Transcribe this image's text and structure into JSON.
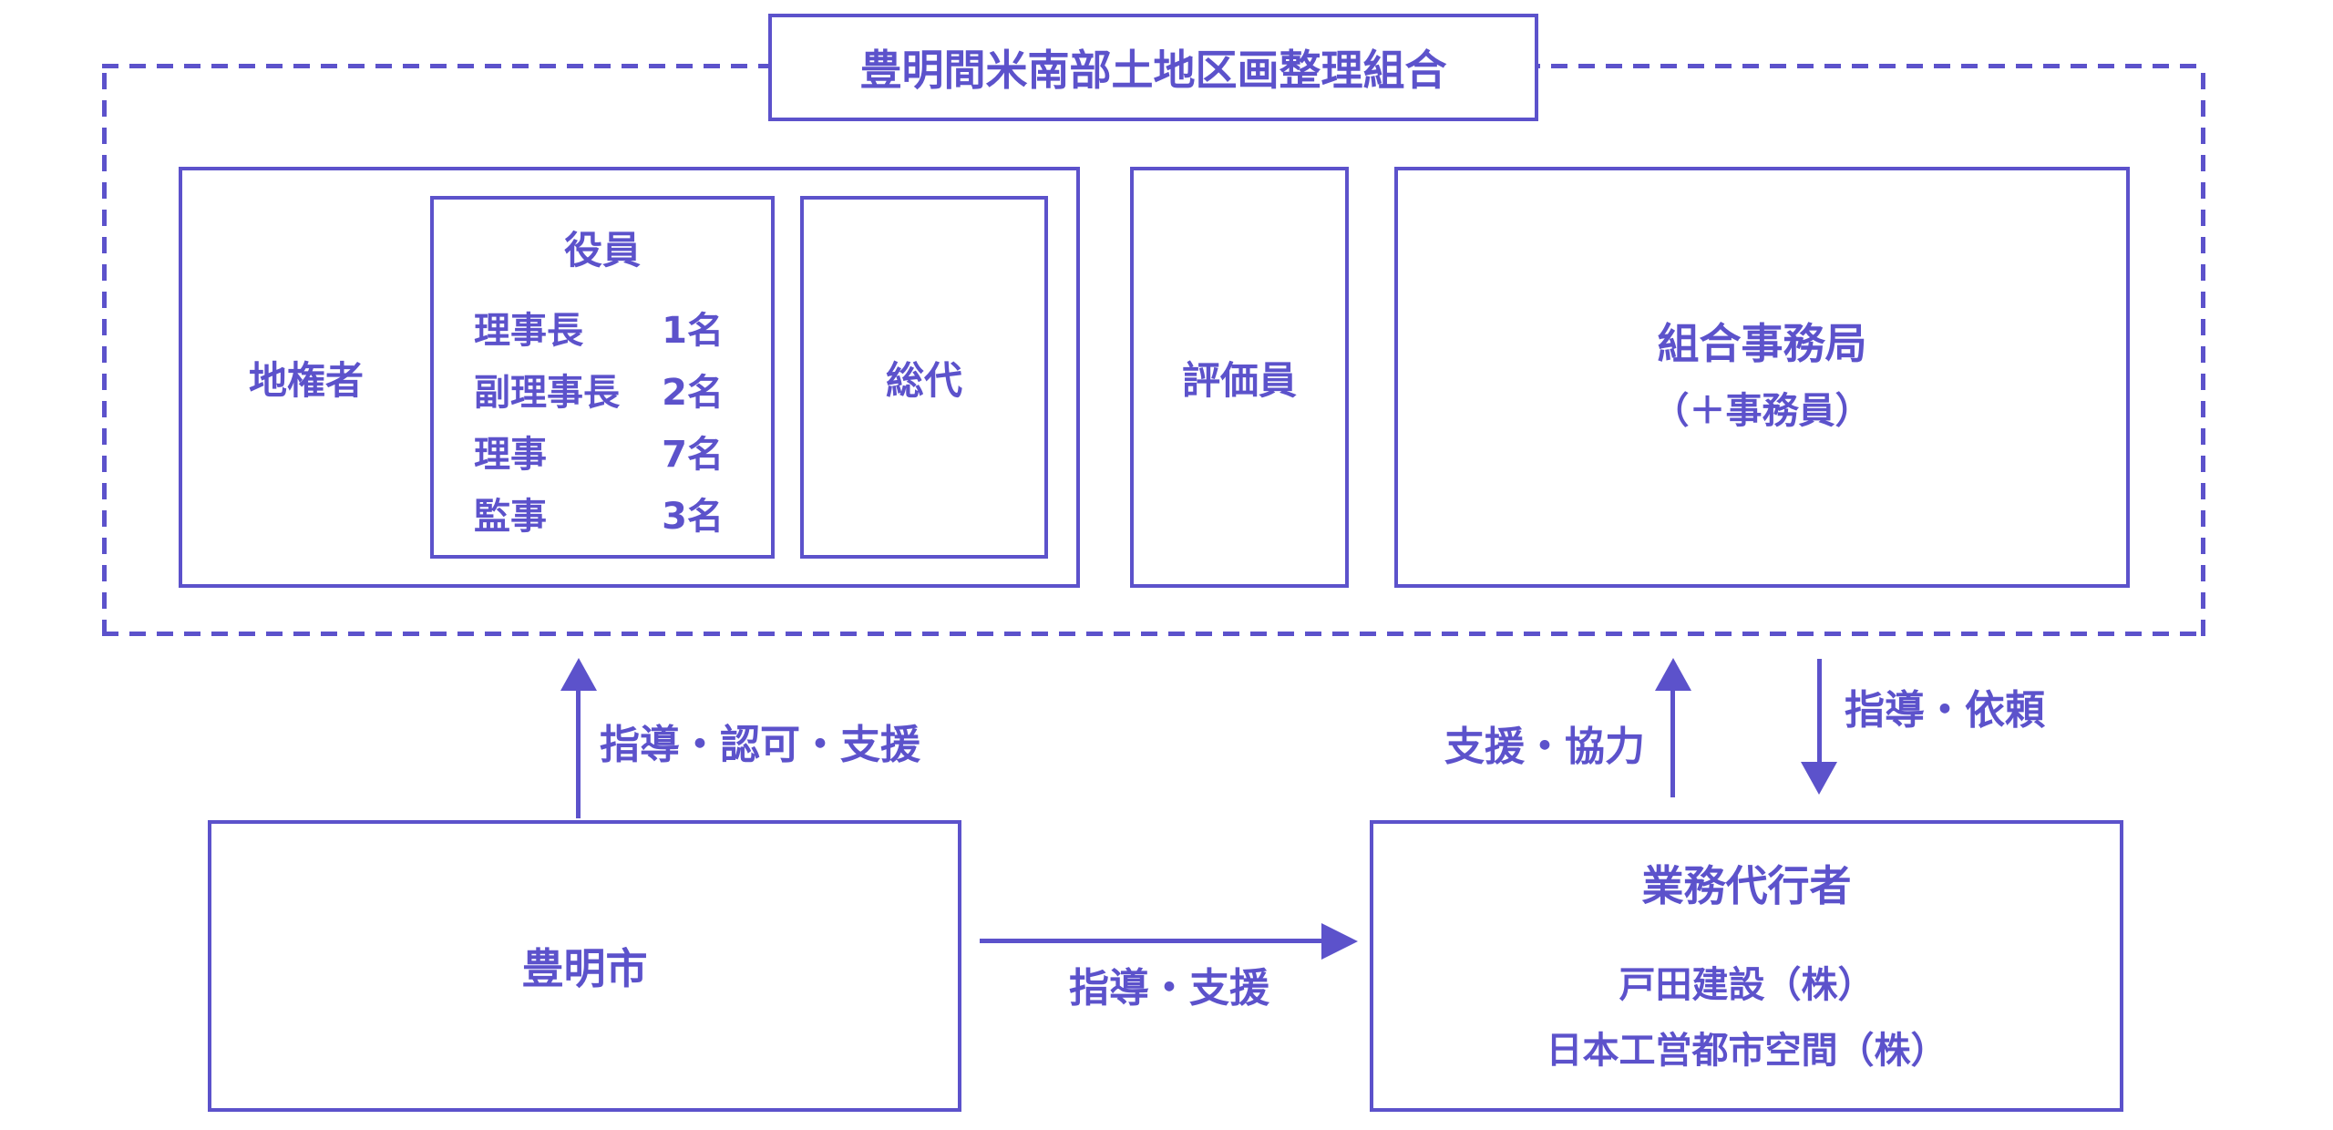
{
  "colors": {
    "primary": "#5C52CB",
    "background": "#FFFFFF"
  },
  "association": {
    "title": "豊明間米南部土地区画整理組合",
    "landowners_label": "地権者",
    "officers": {
      "label": "役員",
      "roster": [
        {
          "role": "理事長",
          "count": "1名"
        },
        {
          "role": "副理事長",
          "count": "2名"
        },
        {
          "role": "理事",
          "count": "7名"
        },
        {
          "role": "監事",
          "count": "3名"
        }
      ]
    },
    "representatives_label": "総代",
    "evaluators_label": "評価員",
    "secretariat": {
      "label": "組合事務局",
      "sublabel": "（＋事務員）"
    }
  },
  "city": {
    "label": "豊明市"
  },
  "agent": {
    "title": "業務代行者",
    "companies": [
      "戸田建設（株）",
      "日本工営都市空間（株）"
    ]
  },
  "arrows": {
    "city_to_association": "指導・認可・支援",
    "city_to_agent": "指導・支援",
    "agent_to_association": "支援・協力",
    "association_to_agent": "指導・依頼"
  }
}
